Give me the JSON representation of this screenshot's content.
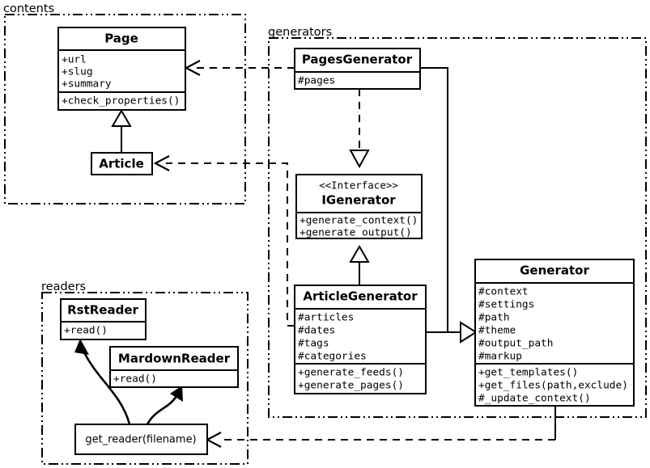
{
  "diagram": {
    "title": "UML class diagram",
    "background_color": "#ffffff",
    "line_color": "#000000"
  },
  "packages": [
    {
      "id": "contents",
      "label": "contents"
    },
    {
      "id": "generators",
      "label": "generators"
    },
    {
      "id": "readers",
      "label": "readers"
    }
  ],
  "classes": {
    "page": {
      "name": "Page",
      "attributes": [
        "+url",
        "+slug",
        "+summary"
      ],
      "methods": [
        "+check_properties()"
      ]
    },
    "article": {
      "name": "Article",
      "attributes": [],
      "methods": []
    },
    "pages_generator": {
      "name": "PagesGenerator",
      "attributes": [
        "#pages"
      ],
      "methods": []
    },
    "igenerator": {
      "stereotype": "<<Interface>>",
      "name": "IGenerator",
      "attributes": [],
      "methods": [
        "+generate_context()",
        "+generate_output()"
      ]
    },
    "article_generator": {
      "name": "ArticleGenerator",
      "attributes": [
        "#articles",
        "#dates",
        "#tags",
        "#categories"
      ],
      "methods": [
        "+generate_feeds()",
        "+generate_pages()"
      ]
    },
    "generator": {
      "name": "Generator",
      "attributes": [
        "#context",
        "#settings",
        "#path",
        "#theme",
        "#output_path",
        "#markup"
      ],
      "methods": [
        "+get_templates()",
        "+get_files(path,exclude)",
        "#_update_context()"
      ]
    },
    "rst_reader": {
      "name": "RstReader",
      "attributes": [],
      "methods": [
        "+read()"
      ]
    },
    "mardown_reader": {
      "name": "MardownReader",
      "attributes": [],
      "methods": [
        "+read()"
      ]
    }
  },
  "functions": {
    "get_reader": {
      "label": "get_reader(filename)"
    }
  },
  "relations": [
    {
      "id": "article-inherits-page",
      "type": "generalization",
      "from": "Article",
      "to": "Page",
      "style": "solid-hollow-triangle"
    },
    {
      "id": "pagesgenerator-realizes-igenerator",
      "type": "realization",
      "from": "PagesGenerator",
      "to": "IGenerator",
      "style": "dashed-hollow-triangle"
    },
    {
      "id": "articlegenerator-realizes-igenerator",
      "type": "realization",
      "from": "ArticleGenerator",
      "to": "IGenerator",
      "style": "solid-hollow-triangle"
    },
    {
      "id": "pagesgenerator-inherits-generator",
      "type": "generalization",
      "from": "PagesGenerator",
      "to": "Generator",
      "style": "solid-hollow-triangle"
    },
    {
      "id": "articlegenerator-inherits-generator",
      "type": "generalization",
      "from": "ArticleGenerator",
      "to": "Generator",
      "style": "solid-hollow-triangle"
    },
    {
      "id": "pagesgenerator-uses-page",
      "type": "dependency",
      "from": "PagesGenerator",
      "to": "Page",
      "style": "dashed-open-arrow"
    },
    {
      "id": "articlegenerator-uses-article",
      "type": "dependency",
      "from": "ArticleGenerator",
      "to": "Article",
      "style": "dashed-open-arrow"
    },
    {
      "id": "generator-uses-get_reader",
      "type": "dependency",
      "from": "Generator",
      "to": "get_reader",
      "style": "dashed-open-arrow"
    },
    {
      "id": "get_reader-creates-rstreader",
      "type": "creates",
      "from": "get_reader",
      "to": "RstReader",
      "style": "curved-filled-arrow"
    },
    {
      "id": "get_reader-creates-mardownreader",
      "type": "creates",
      "from": "get_reader",
      "to": "MardownReader",
      "style": "curved-filled-arrow"
    }
  ]
}
